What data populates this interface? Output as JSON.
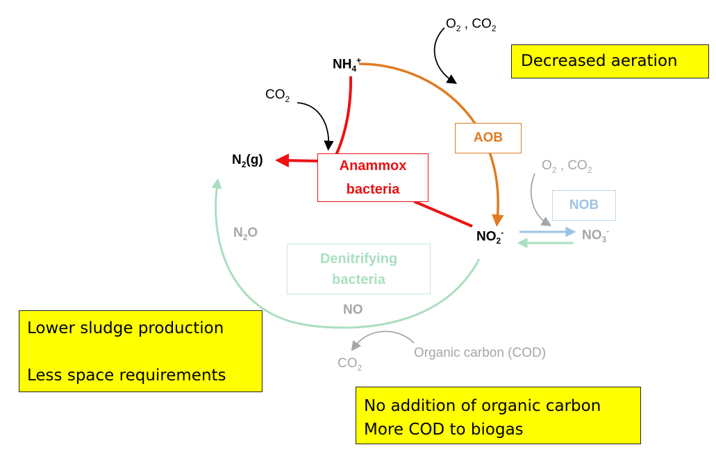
{
  "colors": {
    "anammox": "#ee1111",
    "aob": "#e07b20",
    "nob": "#9dc3e6",
    "denitrifying": "#a9dfbf",
    "black": "#000000",
    "gray": "#a6a6a6",
    "callout": "#ffff00"
  },
  "species": {
    "nh4": {
      "base": "NH",
      "sub": "4",
      "sup": "+"
    },
    "n2": {
      "base": "N",
      "sub": "2",
      "tail": "(g)"
    },
    "no2": {
      "base": "NO",
      "sub": "2",
      "sup": "-"
    },
    "no3": {
      "base": "NO",
      "sub": "3",
      "sup": "-"
    },
    "n2o": {
      "base": "N",
      "sub": "2",
      "tail": "O"
    },
    "no": "NO",
    "co2_black": {
      "base": "CO",
      "sub": "2"
    },
    "co2_gray": {
      "base": "CO",
      "sub": "2"
    },
    "o2co2_black": {
      "a": "O",
      "a_sub": "2",
      "sep": " , ",
      "b": "CO",
      "b_sub": "2"
    },
    "o2co2_gray": {
      "a": "O",
      "a_sub": "2",
      "sep": " , ",
      "b": "CO",
      "b_sub": "2"
    },
    "organic_carbon": "Organic carbon (COD)"
  },
  "organisms": {
    "anammox": {
      "line1": "Anammox",
      "line2": "bacteria"
    },
    "aob": "AOB",
    "nob": "NOB",
    "denitrifying": {
      "line1": "Denitrifying",
      "line2": "bacteria"
    }
  },
  "callouts": {
    "aeration": "Decreased aeration",
    "sludge": {
      "line1": "Lower sludge production",
      "line2": "Less space requirements"
    },
    "carbon": {
      "line1": "No addition of organic carbon",
      "line2": "More COD to biogas"
    }
  }
}
